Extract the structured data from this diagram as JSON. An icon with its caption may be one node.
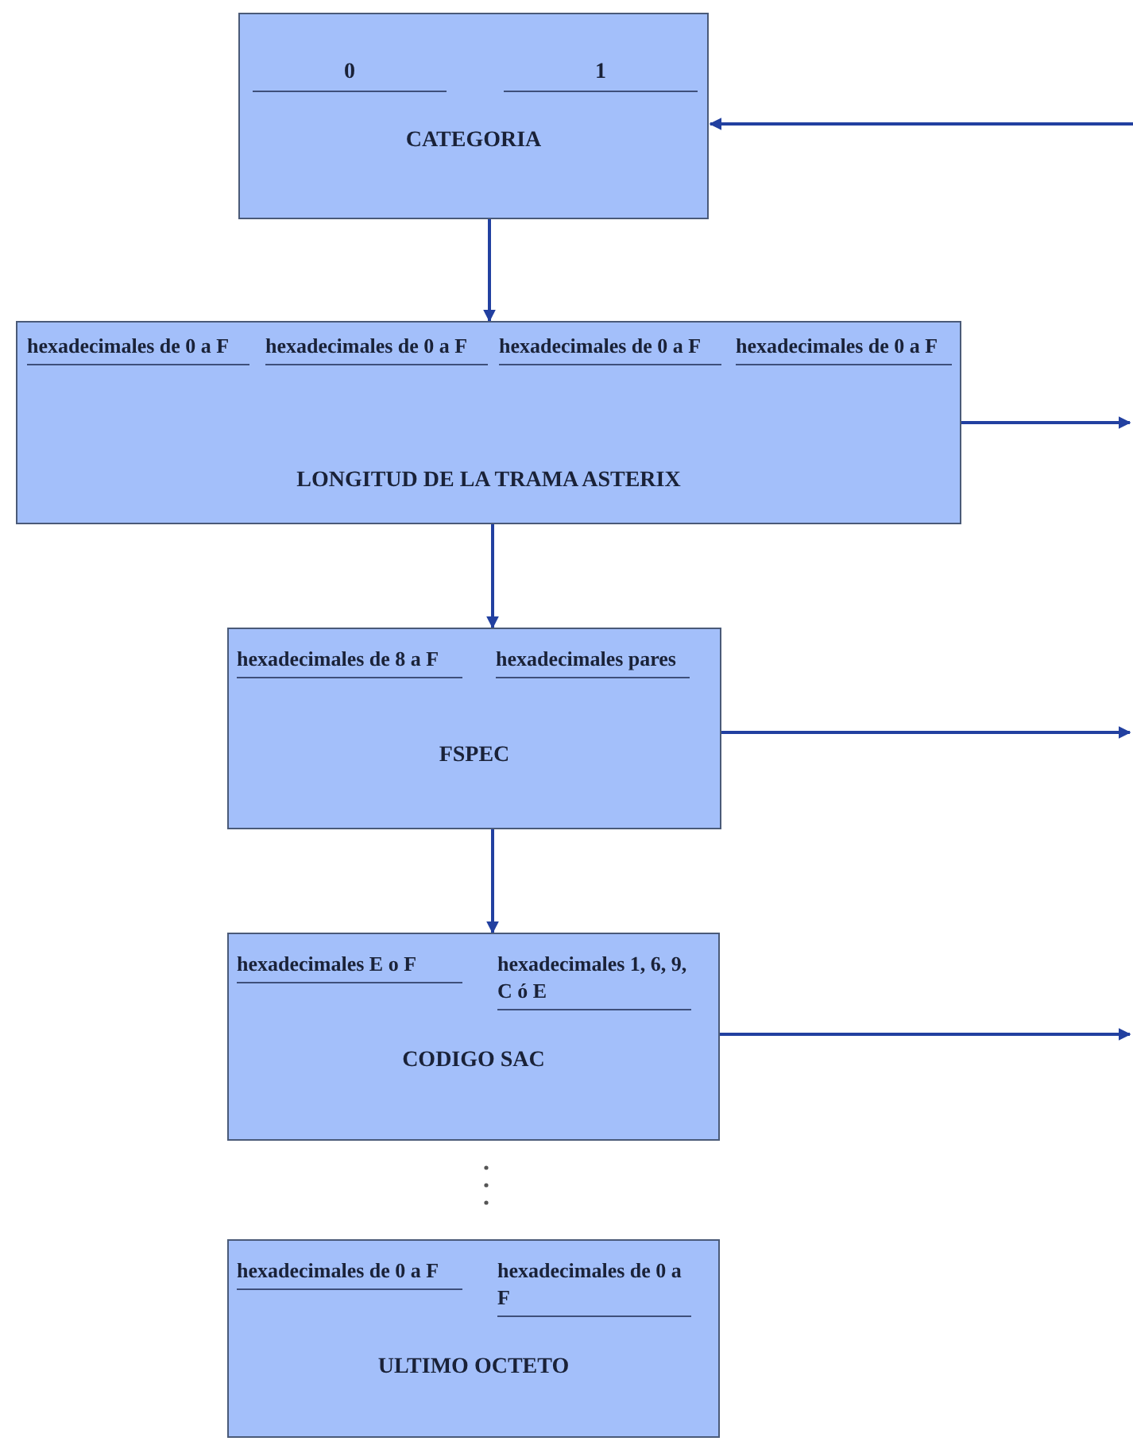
{
  "diagram": {
    "nodes": [
      {
        "text": [
          "0",
          "1",
          "CATEGORIA"
        ]
      },
      {
        "text": [
          "hexadecimales de 0 a F",
          "hexadecimales de 0 a F",
          "hexadecimales de 0 a F",
          "hexadecimales de 0 a F",
          "LONGITUD DE LA TRAMA ASTERIX"
        ]
      },
      {
        "text": [
          "hexadecimales de 8 a F",
          "hexadecimales pares",
          "FSPEC"
        ]
      },
      {
        "text": [
          "hexadecimales E o F",
          "hexadecimales 1, 6, 9, C ó E",
          "CODIGO SAC"
        ]
      },
      {
        "text": [
          "hexadecimales de 0 a F",
          "hexadecimales de 0 a F",
          "ULTIMO OCTETO"
        ]
      }
    ],
    "edges": [
      {
        "from": 0,
        "to": 1,
        "arrow": "to"
      },
      {
        "from": 1,
        "to": 2,
        "arrow": "to"
      },
      {
        "from": 2,
        "to": 3,
        "arrow": "to"
      },
      {
        "from": null,
        "to": 0,
        "arrow": "to"
      },
      {
        "from": 1,
        "to": null,
        "arrow": "to"
      },
      {
        "from": 2,
        "to": null,
        "arrow": "to"
      },
      {
        "from": 3,
        "to": null,
        "arrow": "to"
      }
    ]
  }
}
